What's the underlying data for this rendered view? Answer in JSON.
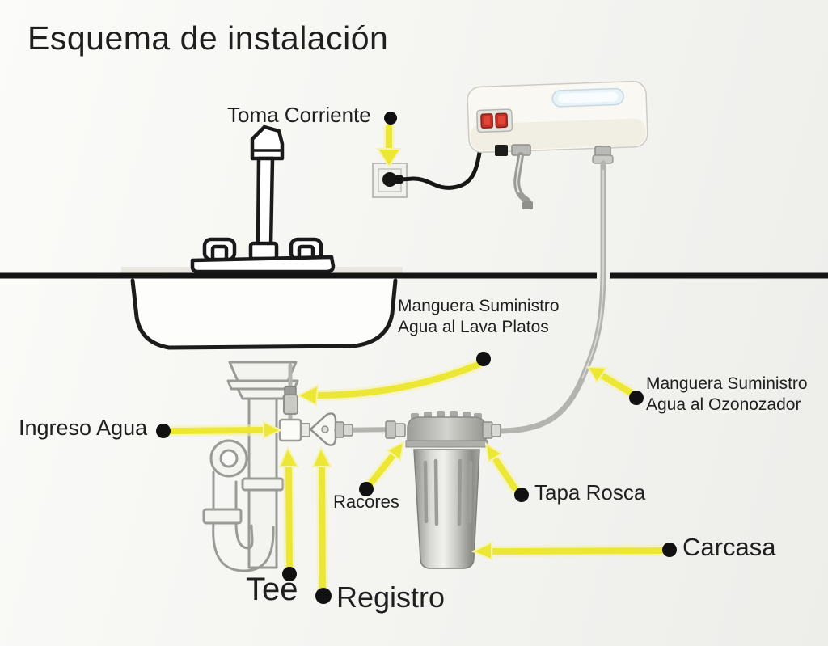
{
  "title": "Esquema de instalación",
  "labels": {
    "toma_corriente": "Toma Corriente",
    "manguera_lava_platos": "Manguera Suministro\nAgua al Lava Platos",
    "manguera_ozonozador": "Manguera Suministro\nAgua al Ozonozador",
    "ingreso_agua": "Ingreso Agua",
    "racores": "Racores",
    "tapa_rosca": "Tapa Rosca",
    "carcasa": "Carcasa",
    "tee": "Tee",
    "registro": "Registro"
  },
  "colors": {
    "arrow": "#ece734",
    "arrow_glow": "#f6f3a6",
    "dot": "#111111",
    "line": "#1a1a1a",
    "text": "#1f1f1f",
    "hose": "#b3b3af",
    "plumbing": "#9a9a96",
    "switch_red": "#c23126",
    "window_blue": "#e8f3f8"
  }
}
